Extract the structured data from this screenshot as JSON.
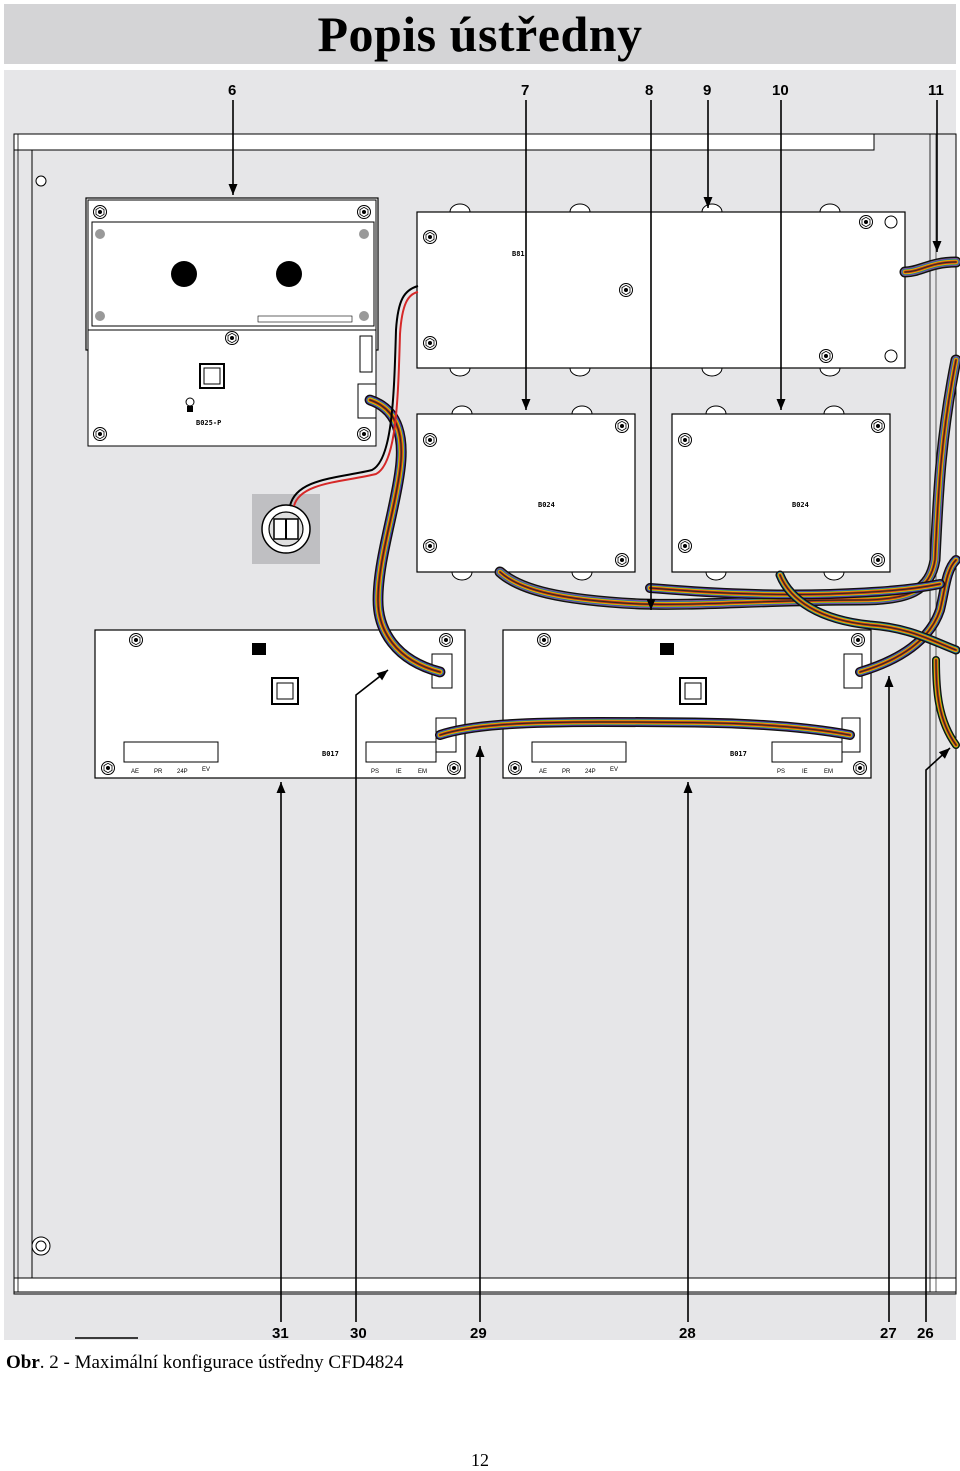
{
  "title": "Popis ústředny",
  "caption": {
    "prefix": "Obr",
    "rest": ". 2 - Maximální konfigurace ústředny CFD4824"
  },
  "page_number": "12",
  "callouts": {
    "top": [
      "6",
      "7",
      "8",
      "9",
      "10",
      "11"
    ],
    "bottom": [
      "31",
      "30",
      "29",
      "28",
      "27",
      "26"
    ]
  },
  "boards": {
    "display": "B025-P",
    "top_right": "B81",
    "b024_left": "B024",
    "b024_right": "B024",
    "b017_left": "B017",
    "b017_right": "B017"
  },
  "terminal_labels": {
    "left_group": [
      "AE",
      "PR",
      "24P",
      "EV"
    ],
    "right_group": [
      "PS",
      "IE",
      "EM"
    ]
  },
  "colors": {
    "background_panel": "#e6e6e8",
    "title_bar": "#d4d4d6",
    "cable_colors": [
      "#222222",
      "#8b4513",
      "#d62828",
      "#f08c00",
      "#f2d600",
      "#2e9e3e",
      "#2b5fd9",
      "#7b2fb5",
      "#888888",
      "#ffffff"
    ]
  }
}
